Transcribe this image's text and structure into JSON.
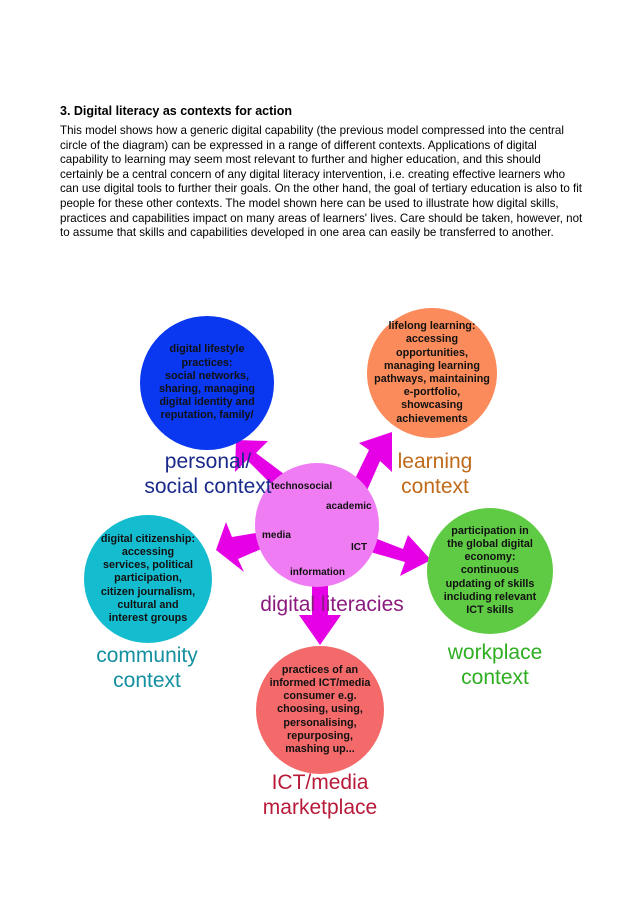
{
  "section": {
    "title": "3. Digital literacy as contexts for action",
    "body": "This model shows how a generic digital capability (the previous model compressed into the central circle of the diagram) can be expressed in a range of different contexts. Applications of digital capability to learning may seem most relevant to further and higher education, and this should certainly be a central concern of any digital literacy intervention, i.e. creating effective learners who can use digital tools to further their goals. On the other hand, the goal of tertiary education is also to fit people for these other contexts. The model shown here can be used to illustrate how digital skills, practices and capabilities impact on many areas of learners' lives. Care should be taken, however, not to assume that skills and capabilities developed in one area can easily be transferred to another."
  },
  "diagram": {
    "center": {
      "label": "digital literacies",
      "words": {
        "technosocial": "technosocial",
        "academic": "academic",
        "media": "media",
        "ict": "ICT",
        "information": "information"
      },
      "color": "#ef7cf2",
      "label_color": "#8b1a7f"
    },
    "arrow_color": "#e600e6",
    "contexts": {
      "personal": {
        "circle_text": "digital lifestyle\npractices:\nsocial networks,\nsharing, managing\ndigital identity and\nreputation, family/",
        "label": "personal/\nsocial context",
        "color": "#0a37f0",
        "label_color": "#1a2a8a"
      },
      "learning": {
        "circle_text": "lifelong learning:\naccessing\nopportunities,\nmanaging learning\npathways, maintaining\ne-portfolio,\nshowcasing\nachievements",
        "label": "learning\ncontext",
        "color": "#fb8b5a",
        "label_color": "#c06a1a"
      },
      "community": {
        "circle_text": "digital citizenship:\naccessing\nservices, political\nparticipation,\ncitizen journalism,\ncultural and\ninterest groups",
        "label": "community\ncontext",
        "color": "#14bccf",
        "label_color": "#1590a0"
      },
      "workplace": {
        "circle_text": "participation in\nthe global digital\neconomy:\ncontinuous\nupdating of skills\nincluding relevant\nICT skills",
        "label": "workplace\ncontext",
        "color": "#5fcb45",
        "label_color": "#2fae22"
      },
      "marketplace": {
        "circle_text": "practices of an\ninformed ICT/media\nconsumer e.g.\nchoosing, using,\npersonalising,\nrepurposing,\nmashing up...",
        "label": "ICT/media\nmarketplace",
        "color": "#f46a6a",
        "label_color": "#b81a3a"
      }
    }
  }
}
